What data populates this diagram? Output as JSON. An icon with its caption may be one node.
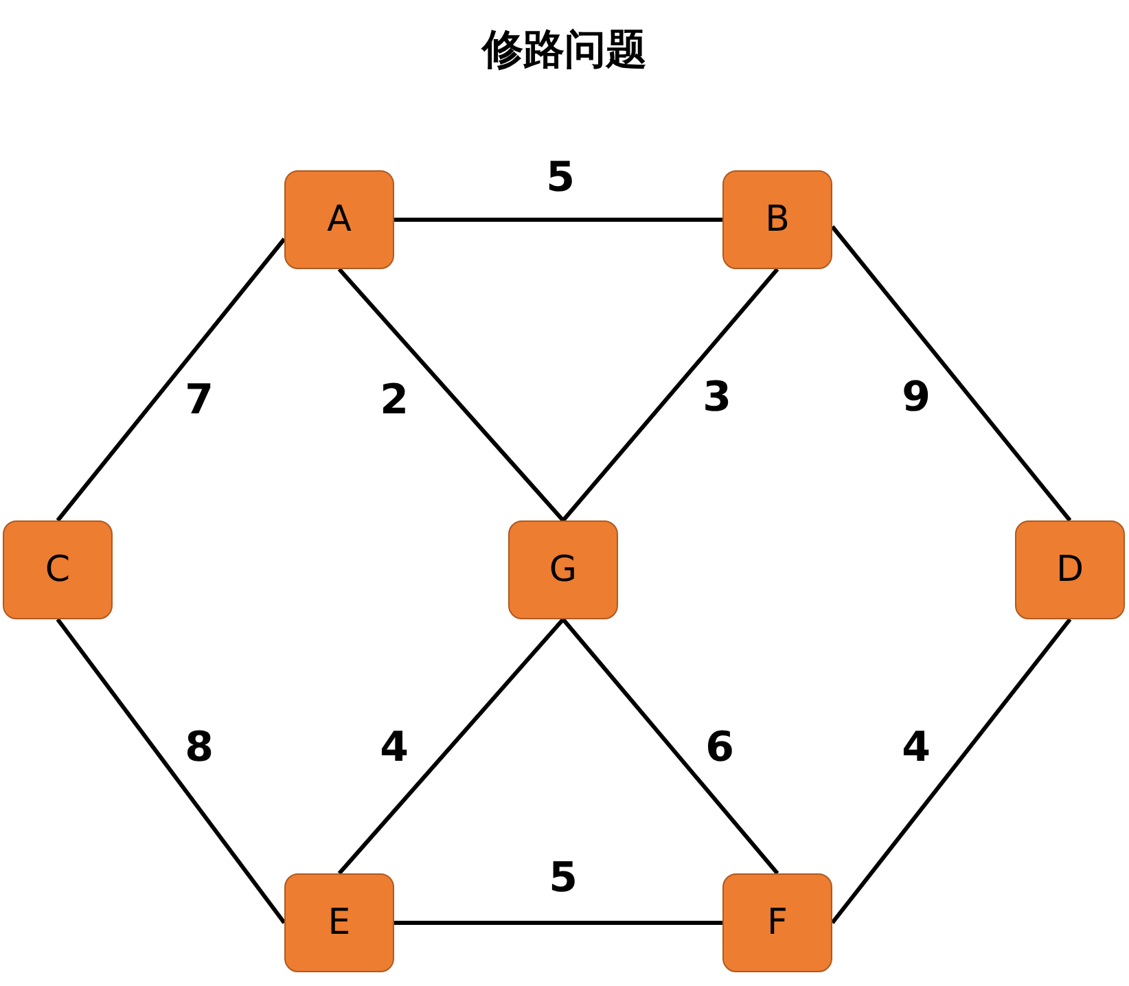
{
  "diagram": {
    "title": "修路问题",
    "nodes": [
      {
        "text": [
          "A"
        ]
      },
      {
        "text": [
          "B"
        ]
      },
      {
        "text": [
          "C"
        ]
      },
      {
        "text": [
          "G"
        ]
      },
      {
        "text": [
          "D"
        ]
      },
      {
        "text": [
          "E"
        ]
      },
      {
        "text": [
          "F"
        ]
      }
    ],
    "edges": [
      {
        "from": 0,
        "to": 1,
        "arrow": "none",
        "label": "5"
      },
      {
        "from": 0,
        "to": 2,
        "arrow": "none",
        "label": "7"
      },
      {
        "from": 0,
        "to": 3,
        "arrow": "none",
        "label": "2"
      },
      {
        "from": 1,
        "to": 3,
        "arrow": "none",
        "label": "3"
      },
      {
        "from": 1,
        "to": 4,
        "arrow": "none",
        "label": "9"
      },
      {
        "from": 2,
        "to": 5,
        "arrow": "none",
        "label": "8"
      },
      {
        "from": 3,
        "to": 5,
        "arrow": "none",
        "label": "4"
      },
      {
        "from": 3,
        "to": 6,
        "arrow": "none",
        "label": "6"
      },
      {
        "from": 4,
        "to": 6,
        "arrow": "none",
        "label": "4"
      },
      {
        "from": 5,
        "to": 6,
        "arrow": "none",
        "label": "5"
      }
    ]
  }
}
